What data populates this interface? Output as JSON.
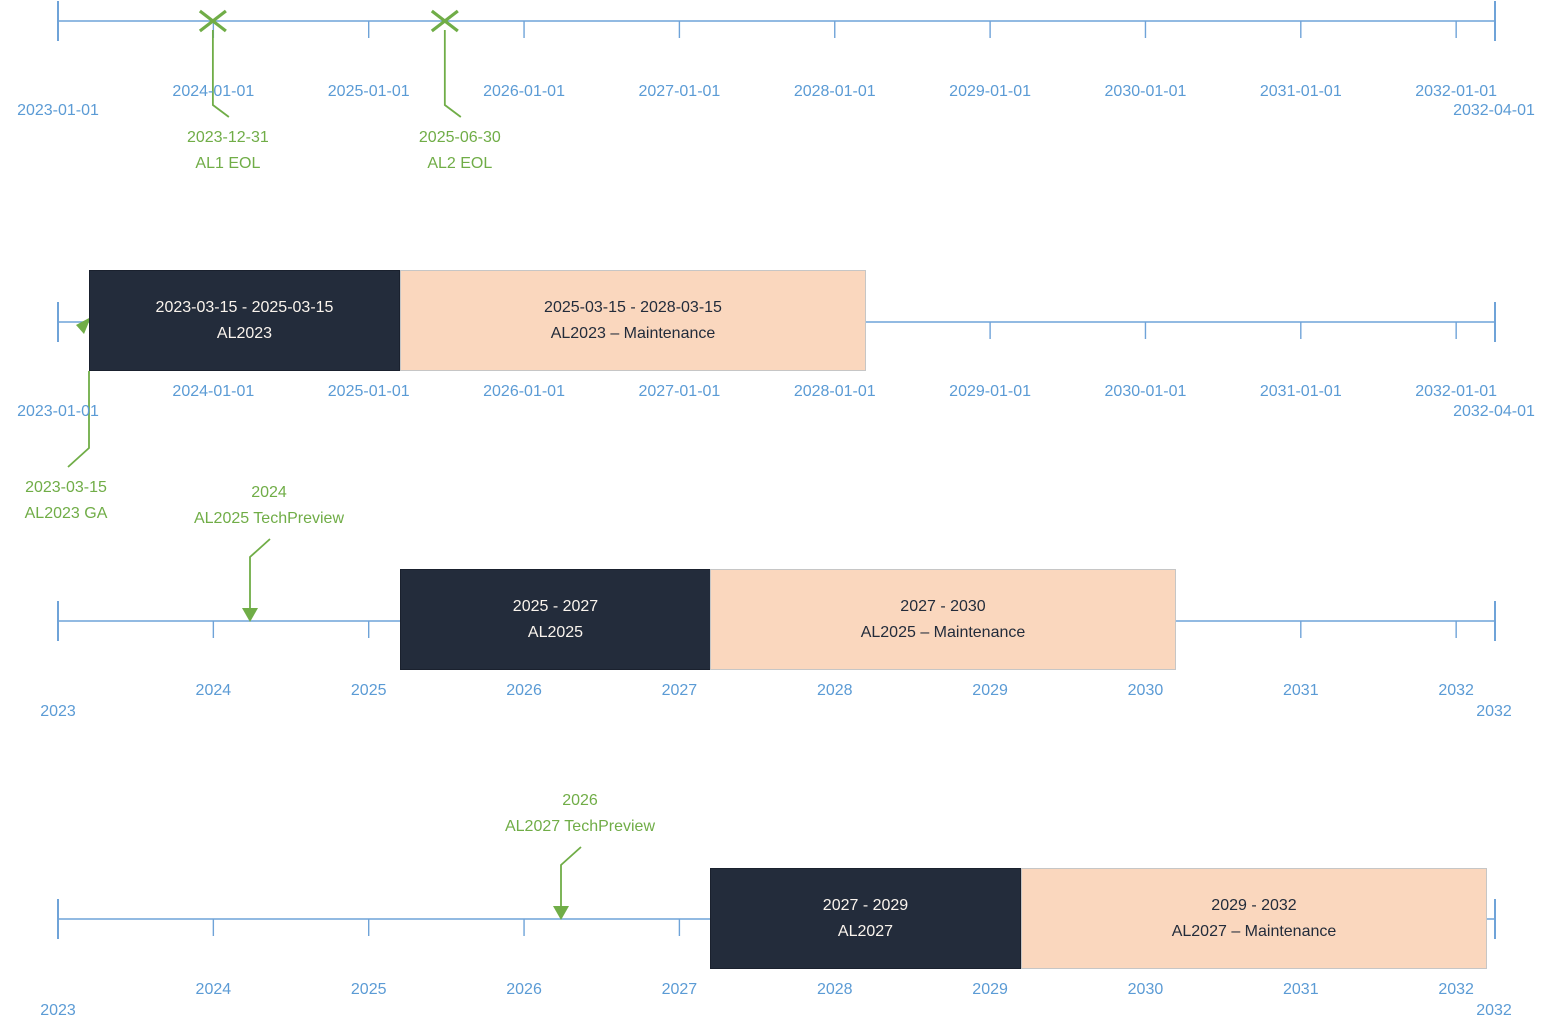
{
  "palette": {
    "axis_line": "#6FA3D8",
    "axis_text": "#5B9BD5",
    "annotation_green": "#70AD47",
    "bar_dark": "#232C3B",
    "bar_light": "#FAD7BE",
    "bar_dark_text": "#FAF4ED",
    "bar_light_text": "#232C3B"
  },
  "chart_data": {
    "type": "timeline-gantt",
    "axis_range": {
      "start": "2023-01-01",
      "end": "2032-04-01"
    },
    "timelines": [
      {
        "id": "eol-timeline",
        "start_label": "2023-01-01",
        "end_label": "2032-04-01",
        "ticks": [
          {
            "t": 2024,
            "label": "2024-01-01"
          },
          {
            "t": 2025,
            "label": "2025-01-01"
          },
          {
            "t": 2026,
            "label": "2026-01-01"
          },
          {
            "t": 2027,
            "label": "2027-01-01"
          },
          {
            "t": 2028,
            "label": "2028-01-01"
          },
          {
            "t": 2029,
            "label": "2029-01-01"
          },
          {
            "t": 2030,
            "label": "2030-01-01"
          },
          {
            "t": 2031,
            "label": "2031-01-01"
          },
          {
            "t": 2032,
            "label": "2032-01-01"
          }
        ],
        "bars": [],
        "x_markers": [
          {
            "t": 2023.997,
            "date": "2023-12-31",
            "label": "AL1 EOL"
          },
          {
            "t": 2025.49,
            "date": "2025-06-30",
            "label": "AL2 EOL"
          }
        ]
      },
      {
        "id": "al2023-timeline",
        "start_label": "2023-01-01",
        "end_label": "2032-04-01",
        "ticks": [
          {
            "t": 2024,
            "label": "2024-01-01"
          },
          {
            "t": 2025,
            "label": "2025-01-01"
          },
          {
            "t": 2026,
            "label": "2026-01-01"
          },
          {
            "t": 2027,
            "label": "2027-01-01"
          },
          {
            "t": 2028,
            "label": "2028-01-01"
          },
          {
            "t": 2029,
            "label": "2029-01-01"
          },
          {
            "t": 2030,
            "label": "2030-01-01"
          },
          {
            "t": 2031,
            "label": "2031-01-01"
          },
          {
            "t": 2032,
            "label": "2032-01-01"
          }
        ],
        "bars": [
          {
            "start_t": 2023.2,
            "end_t": 2025.2,
            "period": "2023-03-15 - 2025-03-15",
            "name": "AL2023",
            "variant": "dark"
          },
          {
            "start_t": 2025.2,
            "end_t": 2028.2,
            "period": "2025-03-15 - 2028-03-15",
            "name": "AL2023 – Maintenance",
            "variant": "light"
          }
        ],
        "corner_annotation": {
          "t": 2023.2,
          "date": "2023-03-15",
          "label": "AL2023 GA"
        }
      },
      {
        "id": "al2025-timeline",
        "start_label": "2023",
        "end_label": "2032",
        "ticks": [
          {
            "t": 2024,
            "label": "2024"
          },
          {
            "t": 2025,
            "label": "2025"
          },
          {
            "t": 2026,
            "label": "2026"
          },
          {
            "t": 2027,
            "label": "2027"
          },
          {
            "t": 2028,
            "label": "2028"
          },
          {
            "t": 2029,
            "label": "2029"
          },
          {
            "t": 2030,
            "label": "2030"
          },
          {
            "t": 2031,
            "label": "2031"
          },
          {
            "t": 2032,
            "label": "2032"
          }
        ],
        "bars": [
          {
            "start_t": 2025.2,
            "end_t": 2027.2,
            "period": "2025 - 2027",
            "name": "AL2025",
            "variant": "dark"
          },
          {
            "start_t": 2027.2,
            "end_t": 2030.2,
            "period": "2027 - 2030",
            "name": "AL2025 – Maintenance",
            "variant": "light"
          }
        ],
        "down_annotations": [
          {
            "t": 2024.23,
            "year": "2024",
            "label": "AL2025 TechPreview"
          }
        ]
      },
      {
        "id": "al2027-timeline",
        "start_label": "2023",
        "end_label": "2032",
        "ticks": [
          {
            "t": 2024,
            "label": "2024"
          },
          {
            "t": 2025,
            "label": "2025"
          },
          {
            "t": 2026,
            "label": "2026"
          },
          {
            "t": 2027,
            "label": "2027"
          },
          {
            "t": 2028,
            "label": "2028"
          },
          {
            "t": 2029,
            "label": "2029"
          },
          {
            "t": 2030,
            "label": "2030"
          },
          {
            "t": 2031,
            "label": "2031"
          },
          {
            "t": 2032,
            "label": "2032"
          }
        ],
        "bars": [
          {
            "start_t": 2027.2,
            "end_t": 2029.2,
            "period": "2027 - 2029",
            "name": "AL2027",
            "variant": "dark"
          },
          {
            "start_t": 2029.2,
            "end_t": 2032.2,
            "period": "2029 - 2032",
            "name": "AL2027 – Maintenance",
            "variant": "light"
          }
        ],
        "down_annotations": [
          {
            "t": 2026.23,
            "year": "2026",
            "label": "AL2027 TechPreview"
          }
        ]
      }
    ]
  }
}
